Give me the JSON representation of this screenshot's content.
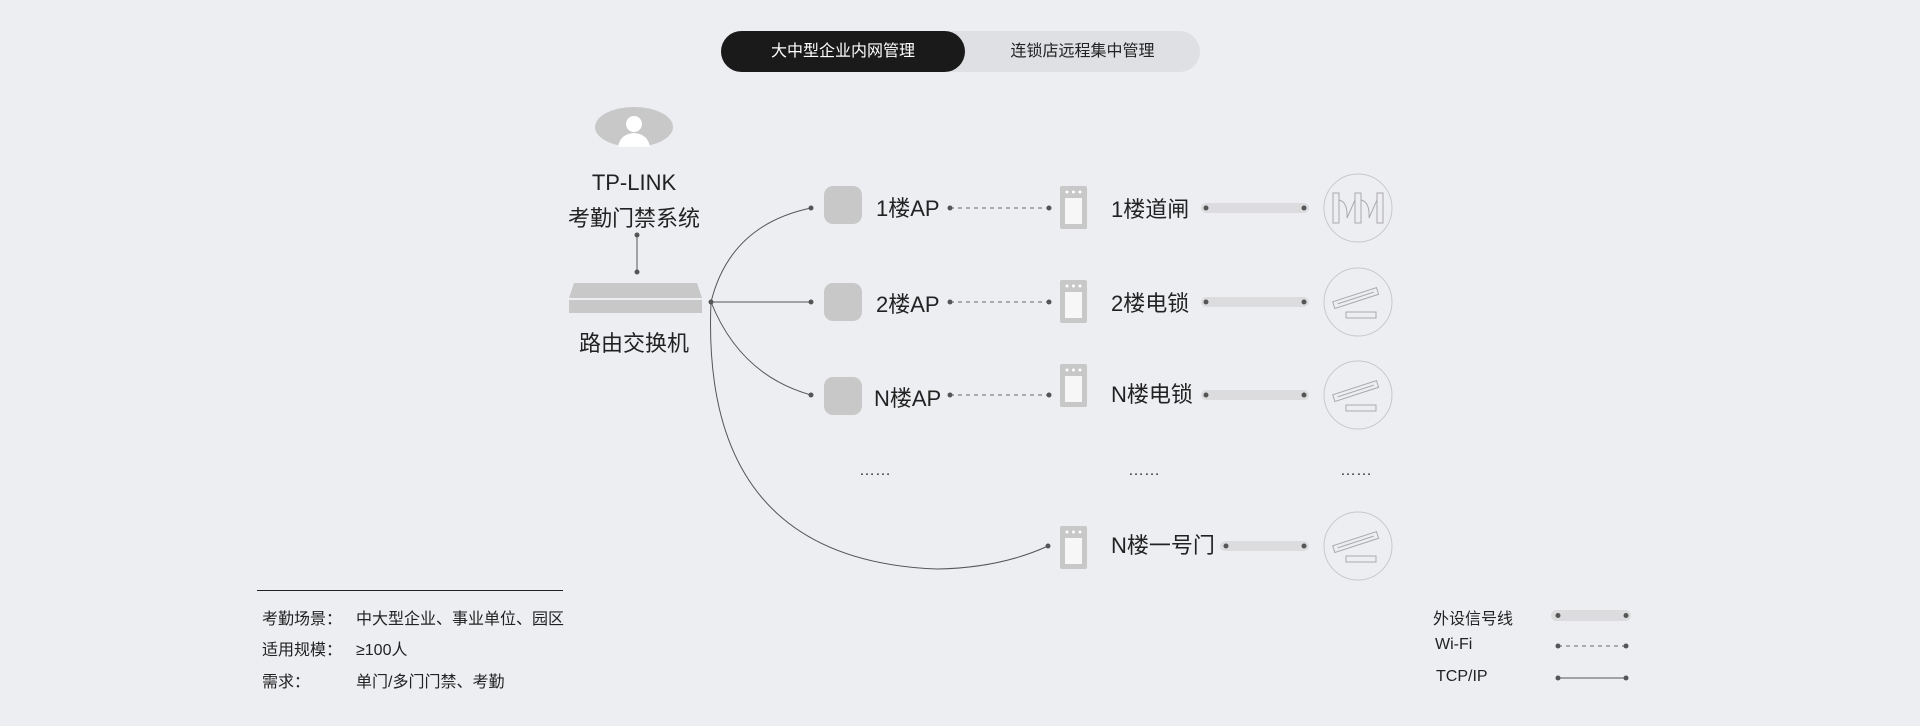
{
  "tabs": [
    {
      "label": "大中型企业内网管理",
      "active": true
    },
    {
      "label": "连锁店远程集中管理",
      "active": false
    }
  ],
  "system": {
    "brand": "TP-LINK",
    "name": "考勤门禁系统"
  },
  "switch": {
    "label": "路由交换机"
  },
  "ap_rows": [
    {
      "ap": "1楼AP",
      "device": "1楼道闸",
      "peripheral": "gate-icon"
    },
    {
      "ap": "2楼AP",
      "device": "2楼电锁",
      "peripheral": "electric-lock-icon"
    },
    {
      "ap": "N楼AP",
      "device": "N楼电锁",
      "peripheral": "electric-lock-icon"
    }
  ],
  "ellipsis": "……",
  "wired_row": {
    "device": "N楼一号门",
    "peripheral": "electric-lock-icon"
  },
  "info": [
    {
      "label": "考勤场景：",
      "value": "中大型企业、事业单位、园区"
    },
    {
      "label": "适用规模：",
      "value": "≥100人"
    },
    {
      "label": "需求：",
      "value": "单门/多门门禁、考勤"
    }
  ],
  "legend": [
    {
      "label": "外设信号线",
      "style": "bar"
    },
    {
      "label": "Wi-Fi",
      "style": "dashed"
    },
    {
      "label": "TCP/IP",
      "style": "solid"
    }
  ],
  "colors": {
    "background": "#edeef2",
    "active_tab": "#1a1a1a",
    "icon_gray": "#c8c8c8"
  }
}
